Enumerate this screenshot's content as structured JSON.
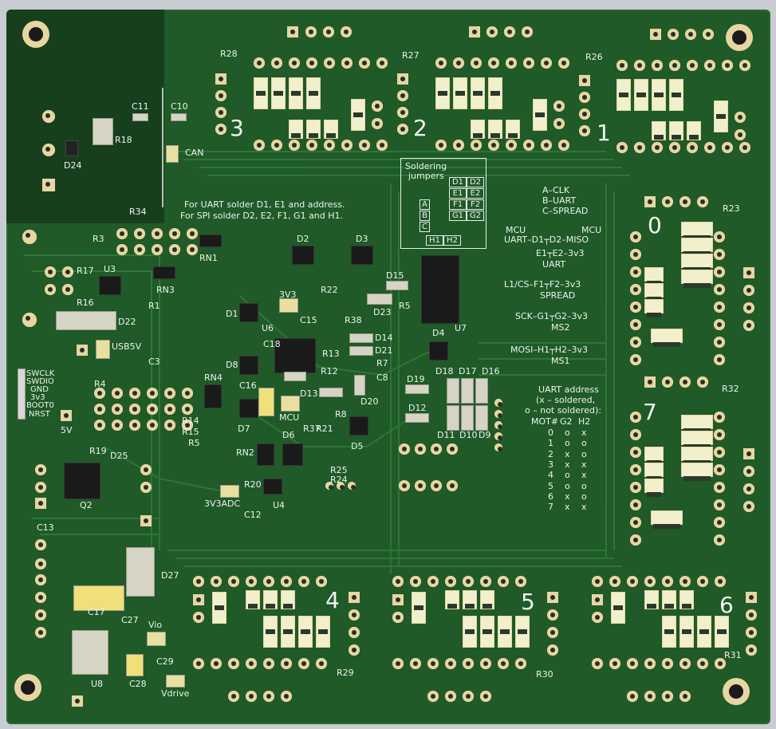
{
  "board_number_labels": [
    "3",
    "2",
    "1",
    "0",
    "7",
    "4",
    "5",
    "6"
  ],
  "ref_labels": [
    "R28",
    "R27",
    "R26",
    "C11",
    "C10",
    "R18",
    "D24",
    "CAN",
    "R34",
    "R23",
    "R3",
    "RN1",
    "D2",
    "D3",
    "R17",
    "U3",
    "RN3",
    "R16",
    "D22",
    "R1",
    "USB5V",
    "C3",
    "R22",
    "D15",
    "D23",
    "R5",
    "R38",
    "D1",
    "3V3",
    "C15",
    "U6",
    "C18",
    "D14",
    "D21",
    "R13",
    "R7",
    "C8",
    "D4",
    "U7",
    "D8",
    "R12",
    "D19",
    "D18",
    "D17",
    "D16",
    "RN4",
    "C16",
    "D13",
    "D20",
    "D12",
    "R4",
    "R32",
    "MCU",
    "R8",
    "D11",
    "D10",
    "D9",
    "R14",
    "R15",
    "R21",
    "R37",
    "D6",
    "D7",
    "R5",
    "5V",
    "R19",
    "D25",
    "RN2",
    "D5",
    "R25",
    "R24",
    "Q2",
    "R20",
    "U4",
    "3V3ADC",
    "C12",
    "C13",
    "D27",
    "C17",
    "C27",
    "Vio",
    "C29",
    "C28",
    "U8",
    "Vdrive",
    "R29",
    "R30",
    "R31"
  ],
  "notes": {
    "uart_spi": [
      "For UART solder D1, E1 and address.",
      "For SPI solder D2, E2, F1, G1 and H1."
    ],
    "soldering_title": [
      "Soldering",
      "jumpers"
    ],
    "jumper_grid": [
      [
        "D1",
        "D2"
      ],
      [
        "E1",
        "E2"
      ],
      [
        "F1",
        "F2"
      ],
      [
        "G1",
        "G2"
      ],
      [
        "H1",
        "H2"
      ]
    ],
    "abc": [
      "A",
      "B",
      "C"
    ],
    "legend": [
      "A–CLK",
      "B–UART",
      "C–SPREAD"
    ],
    "mcu_pair": [
      "MCU",
      "MCU"
    ],
    "map": [
      "UART–D1┬D2–MISO",
      "E1┬E2–3v3",
      "UART",
      "L1/CS–F1┬F2–3v3",
      "SPREAD",
      "SCK–G1┬G2–3v3",
      "MS2",
      "MOSI–H1┬H2–3v3",
      "MS1"
    ],
    "uart_address": [
      "UART address",
      "(x – soldered,",
      "o – not soldered):"
    ],
    "mot_header": [
      "MOT#",
      "G2",
      "H2"
    ],
    "mot_rows": [
      [
        "0",
        "o",
        "x"
      ],
      [
        "1",
        "o",
        "o"
      ],
      [
        "2",
        "x",
        "o"
      ],
      [
        "3",
        "x",
        "x"
      ],
      [
        "4",
        "o",
        "x"
      ],
      [
        "5",
        "o",
        "o"
      ],
      [
        "6",
        "x",
        "o"
      ],
      [
        "7",
        "x",
        "x"
      ]
    ],
    "debug_header": [
      "SWCLK",
      "SWDIO",
      "GND",
      "3v3",
      "BOOT0",
      "NRST"
    ]
  }
}
